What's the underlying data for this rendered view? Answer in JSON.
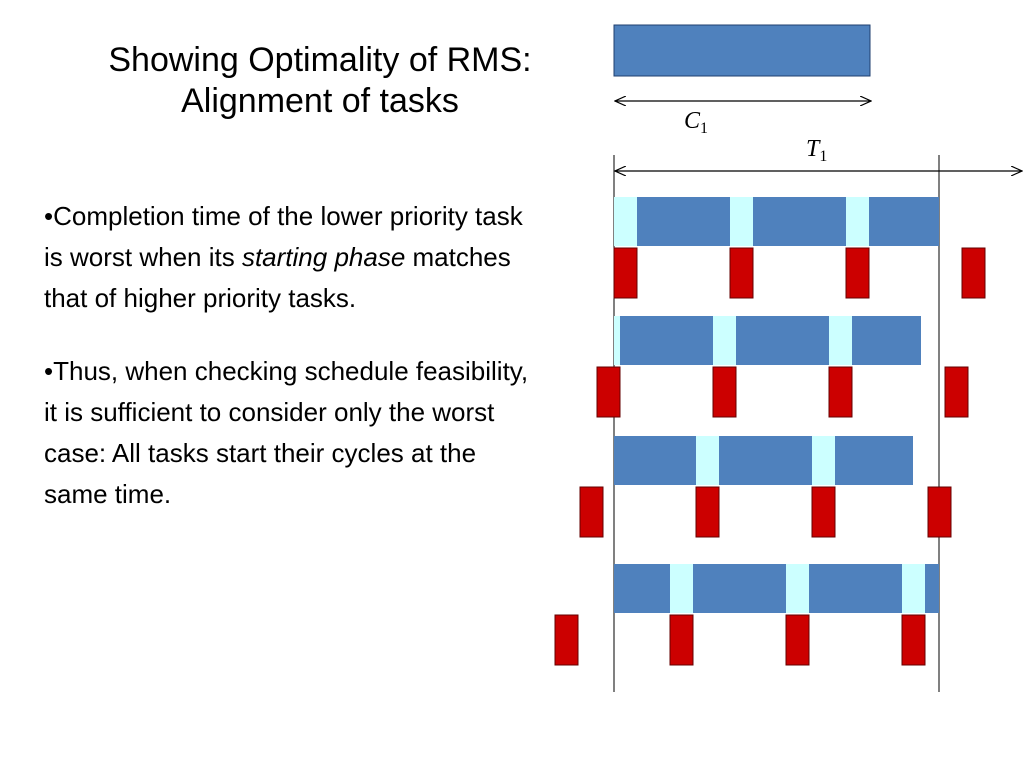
{
  "title": {
    "line1": "Showing Optimality of RMS:",
    "line2": "Alignment of tasks"
  },
  "bullets": [
    {
      "before": "•Completion time of the lower priority task is worst when its ",
      "emphasis": "starting phase",
      "after": " matches that of higher priority tasks."
    },
    {
      "text": "•Thus, when checking schedule feasibility, it is sufficient to consider only the worst case: All tasks start their cycles at the same time."
    }
  ],
  "diagram": {
    "c_label": {
      "var": "C",
      "sub": "1"
    },
    "t_label": {
      "var": "T",
      "sub": "1"
    },
    "colors": {
      "lower_task": "#4f81bd",
      "preempted": "#ccffff",
      "higher_task": "#cc0000",
      "outline": "#1f3f6f"
    }
  }
}
